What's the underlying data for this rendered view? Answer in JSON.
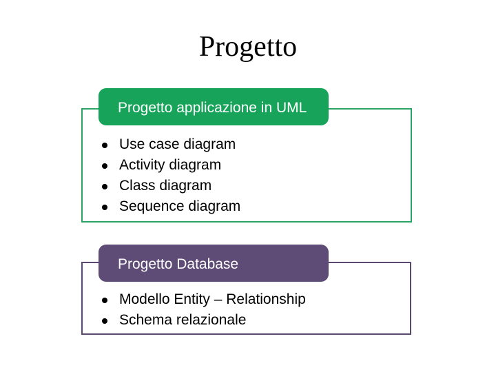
{
  "slide": {
    "title": "Progetto"
  },
  "colors": {
    "background": "#ffffff",
    "text": "#000000",
    "header_text": "#ffffff",
    "green": "#17a45a",
    "green_border": "#2aa365",
    "purple": "#5e4b76",
    "purple_border": "#5a4871"
  },
  "uml": {
    "header": "Progetto applicazione in UML",
    "items": [
      "Use case diagram",
      "Activity diagram",
      "Class diagram",
      "Sequence diagram"
    ]
  },
  "db": {
    "header": "Progetto Database",
    "items": [
      "Modello Entity – Relationship",
      "Schema relazionale"
    ]
  }
}
